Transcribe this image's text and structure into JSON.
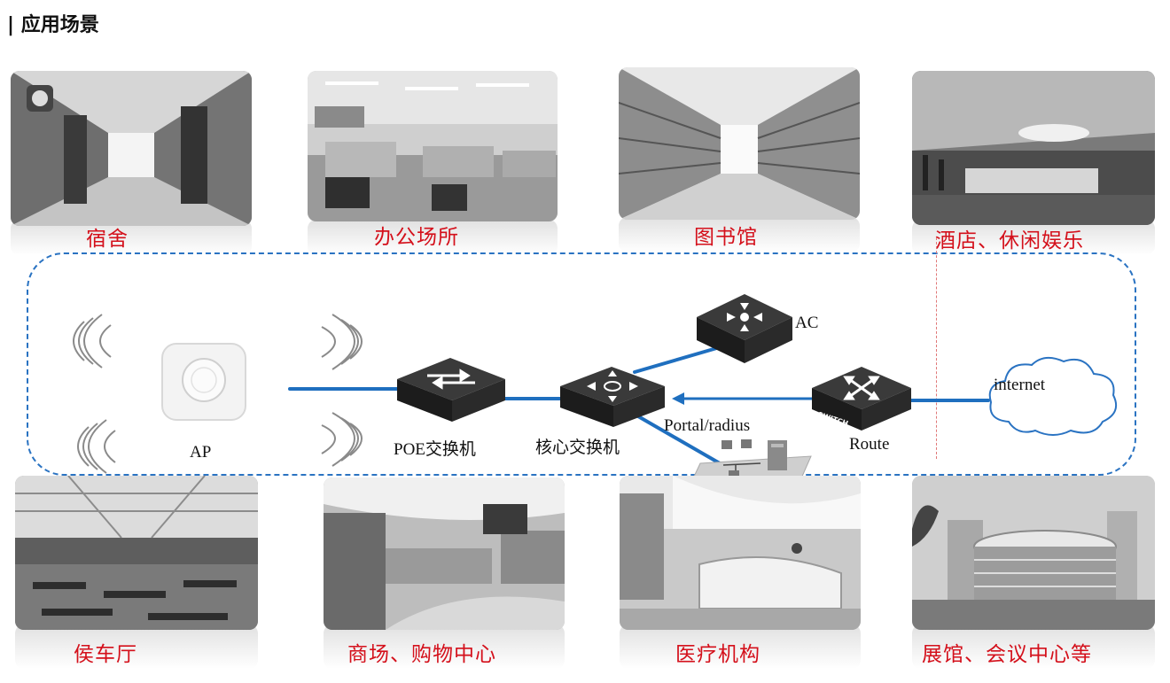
{
  "header": {
    "title": "| 应用场景"
  },
  "scenes_top": [
    {
      "label": "宿舍"
    },
    {
      "label": "办公场所"
    },
    {
      "label": "图书馆"
    },
    {
      "label": "酒店、休闲娱乐"
    }
  ],
  "scenes_bottom": [
    {
      "label": "侯车厅"
    },
    {
      "label": "商场、购物中心"
    },
    {
      "label": "医疗机构"
    },
    {
      "label": "展馆、会议中心等"
    }
  ],
  "network": {
    "ap": "AP",
    "poe_switch": "POE交换机",
    "core_switch": "核心交换机",
    "ac": "AC",
    "portal": "Portal/radius",
    "route": "Route",
    "internet": "internet",
    "switch_badge": "SWITCH"
  },
  "colors": {
    "link": "#1f6fbf",
    "caption": "#d4101b",
    "zone_border": "#2a73c2"
  }
}
